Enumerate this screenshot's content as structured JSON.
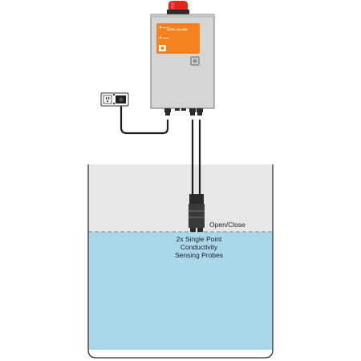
{
  "controller": {
    "panel_brand": "LEVEL ALARM",
    "panel_color": "#f58220",
    "beacon_color": "#e3261b",
    "box_color": "#d4d6d6"
  },
  "tank": {
    "water_color": "#a9d8ea",
    "air_color": "#e6e7e9"
  },
  "labels": {
    "switch_mode": "Open/Close",
    "probe_line1": "2x Single Point",
    "probe_line2": "Conductivity",
    "probe_line3": "Sensing Probes"
  },
  "icons": {
    "outlet": "power-outlet-icon",
    "beacon": "alarm-beacon-icon",
    "probe": "probe-icon"
  }
}
